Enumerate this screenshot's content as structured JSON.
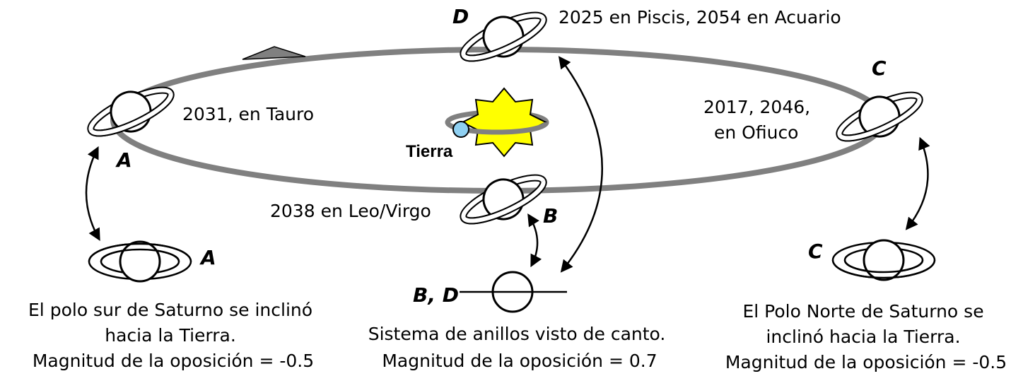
{
  "position_labels": {
    "a_top": "A",
    "a_bottom": "A",
    "b_top": "B",
    "bd_bottom": "B, D",
    "c_top": "C",
    "c_bottom": "C",
    "d_top": "D"
  },
  "orbit_labels": {
    "d": "2025 en Piscis, 2054 en Acuario",
    "a": "2031, en Tauro",
    "c_line1": "2017, 2046,",
    "c_line2": "en Ofiuco",
    "b": "2038 en Leo/Virgo",
    "earth": "Tierra"
  },
  "captions": {
    "left": [
      "El polo sur de Saturno se inclinó",
      "hacia la Tierra.",
      "Magnitud de la oposición =  -0.5"
    ],
    "middle": [
      "Sistema de anillos visto de canto.",
      "Magnitud de la oposición  = 0.7"
    ],
    "right": [
      "El Polo Norte de Saturno se",
      "inclinó hacia la Tierra.",
      "Magnitud de la oposición  = -0.5"
    ]
  },
  "colors": {
    "orbit": "#808080",
    "sun": "#ffff00",
    "earth": "#8fd0f2"
  }
}
